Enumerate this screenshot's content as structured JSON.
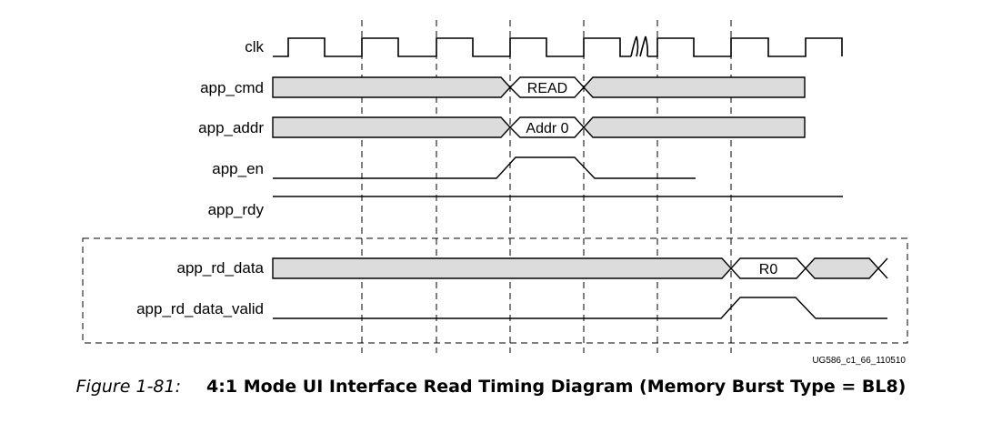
{
  "signals": {
    "clk": "clk",
    "app_cmd": "app_cmd",
    "app_addr": "app_addr",
    "app_en": "app_en",
    "app_rdy": "app_rdy",
    "app_rd_data": "app_rd_data",
    "app_rd_data_valid": "app_rd_data_valid"
  },
  "bus_values": {
    "cmd": "READ",
    "addr": "Addr 0",
    "rd_data": "R0"
  },
  "figure_id": "UG586_c1_66_110510",
  "caption": {
    "number": "Figure 1-81:",
    "title": "4:1 Mode UI Interface Read Timing Diagram (Memory Burst Type = BL8)"
  },
  "colors": {
    "bus_fill": "#dcdcdc",
    "line": "#000000"
  }
}
